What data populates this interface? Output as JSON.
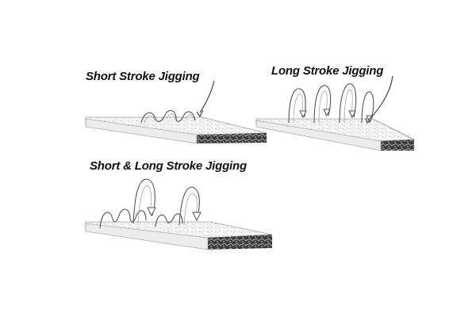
{
  "labels": {
    "short_stroke": "Short Stroke Jigging",
    "long_stroke": "Long Stroke Jigging",
    "short_and_long_stroke": "Short & Long Stroke Jigging"
  },
  "colors": {
    "ink": "#111111",
    "line": "#555555",
    "board_top": "#f4f4f4",
    "board_edge": "#2a2a2a",
    "background": "#ffffff"
  },
  "icons": {
    "stroke_arrow": "curved-pointer-arrow",
    "jig_motion": "looping-wave-path"
  }
}
